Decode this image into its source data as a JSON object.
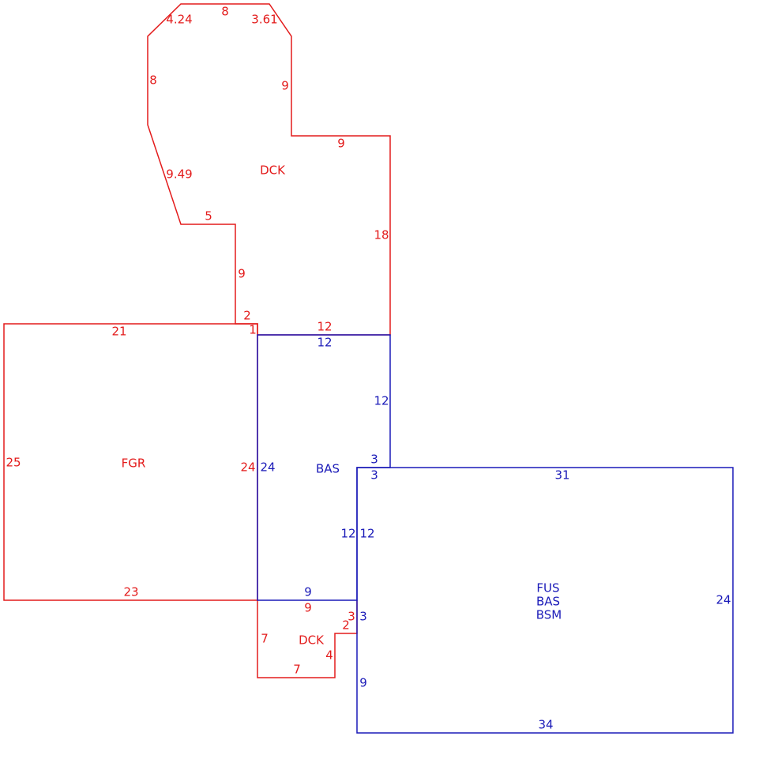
{
  "colors": {
    "red": "#e31b1b",
    "blue": "#1a1ab8"
  },
  "areas": {
    "dck_upper": {
      "code": "DCK"
    },
    "fgr": {
      "code": "FGR"
    },
    "bas": {
      "code": "BAS"
    },
    "dck_lower": {
      "code": "DCK"
    },
    "main": {
      "codes": [
        "FUS",
        "BAS",
        "BSM"
      ]
    }
  },
  "dimensions": {
    "dck_upper": {
      "top": "8",
      "top_left_diag": "4.24",
      "top_right_diag": "3.61",
      "left_upper": "8",
      "right_upper": "9",
      "left_diag": "9.49",
      "step_bottom": "5",
      "step_top": "9",
      "right_long": "18",
      "left_lower": "9",
      "bottom_jog": "2",
      "jog_down": "1",
      "bottom": "12"
    },
    "fgr": {
      "top": "21",
      "left": "25",
      "right": "24",
      "bottom": "23"
    },
    "bas": {
      "top": "12",
      "left": "24",
      "right_upper": "12",
      "step_upper": "3",
      "right_lower": "12",
      "bottom": "9"
    },
    "dck_lower": {
      "top": "9",
      "left": "7",
      "bottom": "7",
      "right": "4",
      "step": "2",
      "right_upper": "3"
    },
    "main": {
      "step": "3",
      "top": "31",
      "left_upper": "12",
      "right": "24",
      "left_mid": "3",
      "left_lower": "9",
      "bottom": "34"
    }
  }
}
